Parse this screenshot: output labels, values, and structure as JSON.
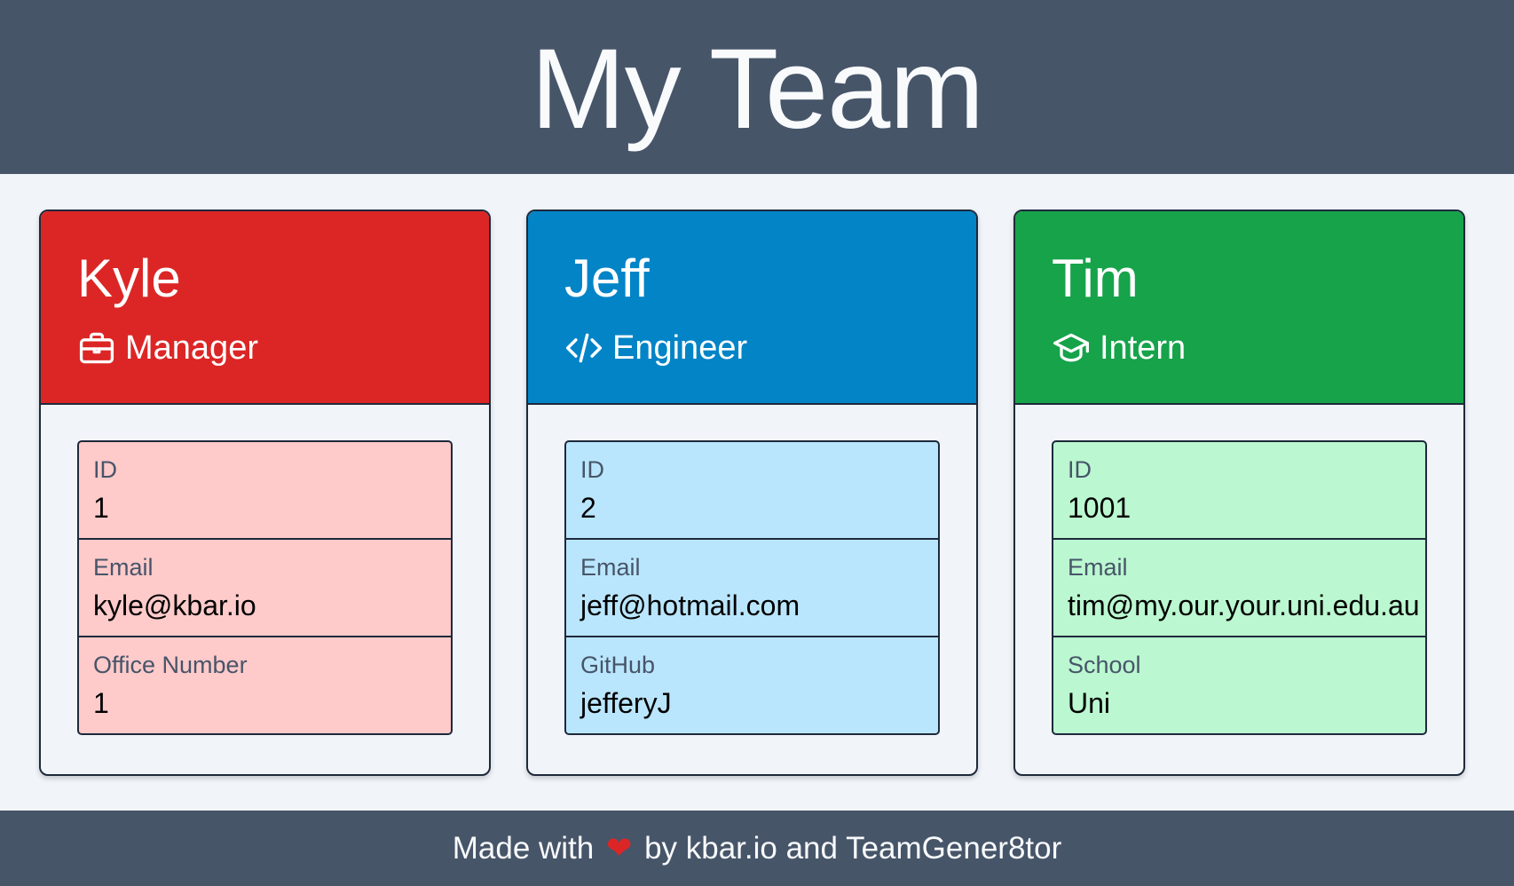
{
  "header": {
    "title": "My Team"
  },
  "colors": {
    "header_bg": "#475569",
    "page_bg": "#f1f5f9",
    "manager": "#dc2626",
    "manager_light": "#fecaca",
    "engineer": "#0284c7",
    "engineer_light": "#bae6fd",
    "intern": "#16a34a",
    "intern_light": "#bbf7d0"
  },
  "cards": [
    {
      "name": "Kyle",
      "role": "Manager",
      "icon": "briefcase-icon",
      "fields": [
        {
          "label": "ID",
          "value": "1"
        },
        {
          "label": "Email",
          "value": "kyle@kbar.io"
        },
        {
          "label": "Office Number",
          "value": "1"
        }
      ]
    },
    {
      "name": "Jeff",
      "role": "Engineer",
      "icon": "code-icon",
      "fields": [
        {
          "label": "ID",
          "value": "2"
        },
        {
          "label": "Email",
          "value": "jeff@hotmail.com"
        },
        {
          "label": "GitHub",
          "value": "jefferyJ"
        }
      ]
    },
    {
      "name": "Tim",
      "role": "Intern",
      "icon": "graduation-cap-icon",
      "fields": [
        {
          "label": "ID",
          "value": "1001"
        },
        {
          "label": "Email",
          "value": "tim@my.our.your.uni.edu.au"
        },
        {
          "label": "School",
          "value": "Uni"
        }
      ]
    }
  ],
  "footer": {
    "prefix": "Made with",
    "heart": "❤",
    "suffix": "by kbar.io and TeamGener8tor"
  }
}
